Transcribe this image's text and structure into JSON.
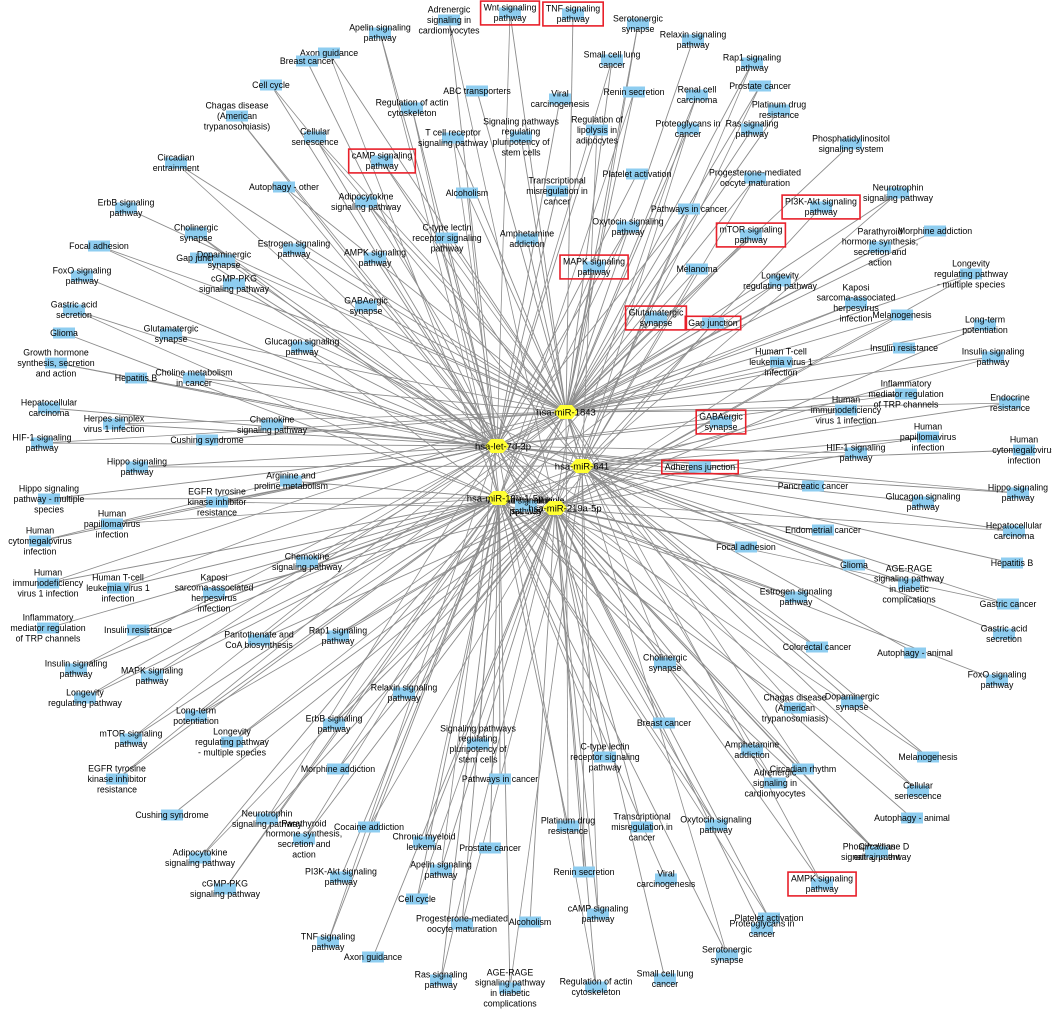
{
  "colors": {
    "edge": "#8c8c8c",
    "hub": "#ffff33",
    "pathway": "#8ecdf0",
    "highlight": "#e8202a",
    "text": "#000000"
  },
  "hubs": [
    {
      "label": "hsa-miR-1843"
    },
    {
      "label": "hsa-let-7d-3p"
    },
    {
      "label": "hsa-miR-641"
    },
    {
      "label": "hsa-miR-19b-1-5p"
    },
    {
      "label": "hsa-miR-219a-5p"
    }
  ],
  "pathways": [
    {
      "label": "Wnt signaling pathway",
      "hub": 0,
      "highlight": true
    },
    {
      "label": "TNF signaling pathway",
      "hub": 0,
      "highlight": true
    },
    {
      "label": "Adrenergic signaling in cardiomyocytes",
      "hub": 0
    },
    {
      "label": "Serotonergic synapse",
      "hub": 0
    },
    {
      "label": "Relaxin signaling pathway",
      "hub": 0
    },
    {
      "label": "Apelin signaling pathway",
      "hub": 0
    },
    {
      "label": "Axon guidance",
      "hub": 0
    },
    {
      "label": "Breast cancer",
      "hub": 0
    },
    {
      "label": "Small cell lung cancer",
      "hub": 0
    },
    {
      "label": "Rap1 signaling pathway",
      "hub": 0
    },
    {
      "label": "Viral carcinogenesis",
      "hub": 0
    },
    {
      "label": "Prostate cancer",
      "hub": 0
    },
    {
      "label": "Cell cycle",
      "hub": 0
    },
    {
      "label": "ABC transporters",
      "hub": 0
    },
    {
      "label": "Renin secretion",
      "hub": 0
    },
    {
      "label": "Renal cell carcinoma",
      "hub": 0
    },
    {
      "label": "Platinum drug resistance",
      "hub": 0
    },
    {
      "label": "Regulation of actin cytoskeleton",
      "hub": 0
    },
    {
      "label": "Chagas disease (American trypanosomiasis)",
      "hub": 0
    },
    {
      "label": "Signaling pathways regulating pluripotency of stem cells",
      "hub": 0
    },
    {
      "label": "Regulation of lipolysis in adipocytes",
      "hub": 0
    },
    {
      "label": "Proteoglycans in cancer",
      "hub": 0
    },
    {
      "label": "Ras signaling pathway",
      "hub": 0
    },
    {
      "label": "Cellular senescence",
      "hub": 0
    },
    {
      "label": "T cell receptor signaling pathway",
      "hub": 0
    },
    {
      "label": "Phosphatidylinositol signaling system",
      "hub": 0
    },
    {
      "label": "cAMP signaling pathway",
      "hub": 0,
      "highlight": true
    },
    {
      "label": "Circadian entrainment",
      "hub": 0
    },
    {
      "label": "Platelet activation",
      "hub": 0
    },
    {
      "label": "Progesterone-mediated oocyte maturation",
      "hub": 0
    },
    {
      "label": "Alcoholism",
      "hub": 0
    },
    {
      "label": "Transcriptional misregulation in cancer",
      "hub": 0
    },
    {
      "label": "Autophagy - other",
      "hub": 0
    },
    {
      "label": "Neurotrophin signaling pathway",
      "hub": 0
    },
    {
      "label": "PI3K-Akt signaling pathway",
      "hub": 0,
      "highlight": true
    },
    {
      "label": "Adipocytokine signaling pathway",
      "hub": 0
    },
    {
      "label": "Pathways in cancer",
      "hub": 0
    },
    {
      "label": "ErbB signaling pathway",
      "hub": 0
    },
    {
      "label": "Cholinergic synapse",
      "hub": 0
    },
    {
      "label": "C-type lectin receptor signaling pathway",
      "hub": 0
    },
    {
      "label": "Amphetamine addiction",
      "hub": 0
    },
    {
      "label": "Oxytocin signaling pathway",
      "hub": 0
    },
    {
      "label": "mTOR signaling pathway",
      "hub": 0,
      "highlight": true
    },
    {
      "label": "Morphine addiction",
      "hub": 0
    },
    {
      "label": "Parathyroid hormone synthesis, secretion and action",
      "hub": 0
    },
    {
      "label": "Focal adhesion",
      "hub": 0
    },
    {
      "label": "Gap junction",
      "hub": 0
    },
    {
      "label": "Dopaminergic synapse",
      "hub": 0
    },
    {
      "label": "Estrogen signaling pathway",
      "hub": 0
    },
    {
      "label": "AMPK signaling pathway",
      "hub": 0
    },
    {
      "label": "MAPK signaling pathway",
      "hub": 0,
      "highlight": true
    },
    {
      "label": "Longevity regulating pathway - multiple species",
      "hub": 0
    },
    {
      "label": "FoxO signaling pathway",
      "hub": 0
    },
    {
      "label": "Melanoma",
      "hub": 0
    },
    {
      "label": "Longevity regulating pathway",
      "hub": 0
    },
    {
      "label": "cGMP-PKG signaling pathway",
      "hub": 0
    },
    {
      "label": "Kaposi sarcoma-associated herpesvirus infection",
      "hub": 0
    },
    {
      "label": "Gastric acid secretion",
      "hub": 0
    },
    {
      "label": "GABAergic synapse",
      "hub": 0
    },
    {
      "label": "Glutamatergic synapse",
      "hub": 0
    },
    {
      "label": "Long-term potentiation",
      "hub": 0
    },
    {
      "label": "Glutamatergic synapse",
      "hub": 0,
      "highlight": true
    },
    {
      "label": "Gap junction",
      "hub": 0,
      "highlight": true
    },
    {
      "label": "Melanogenesis",
      "hub": 0
    },
    {
      "label": "Glioma",
      "hub": 0
    },
    {
      "label": "Glucagon signaling pathway",
      "hub": 0
    },
    {
      "label": "Insulin signaling pathway",
      "hub": 0
    },
    {
      "label": "Insulin resistance",
      "hub": 0
    },
    {
      "label": "Growth hormone synthesis, secretion and action",
      "hub": 0
    },
    {
      "label": "Choline metabolism in cancer",
      "hub": 0
    },
    {
      "label": "Hepatitis B",
      "hub": 0
    },
    {
      "label": "Human T-cell leukemia virus 1 infection",
      "hub": 0
    },
    {
      "label": "Inflammatory mediator regulation of TRP channels",
      "hub": 0
    },
    {
      "label": "Hepatocellular carcinoma",
      "hub": 0
    },
    {
      "label": "Endocrine resistance",
      "hub": 0
    },
    {
      "label": "Herpes simplex virus 1 infection",
      "hub": 0
    },
    {
      "label": "Chemokine signaling pathway",
      "hub": 0
    },
    {
      "label": "Human immunodeficiency virus 1 infection",
      "hub": 0
    },
    {
      "label": "GABAergic synapse",
      "hub": 0,
      "highlight": true
    },
    {
      "label": "Cushing syndrome",
      "hub": 0
    },
    {
      "label": "Human papillomavirus infection",
      "hub": 0
    },
    {
      "label": "HIF-1 signaling pathway",
      "hub": 0
    },
    {
      "label": "Human cytomegalovirus infection",
      "hub": 0
    },
    {
      "label": "HIF-1 signaling pathway",
      "hub": 0
    },
    {
      "label": "Hippo signaling pathway",
      "hub": 0
    },
    {
      "label": "Arginine and proline metabolism",
      "hub": 0
    },
    {
      "label": "Adherens junction",
      "hub": 0,
      "highlight": true
    },
    {
      "label": "Hippo signaling pathway",
      "hub": 0
    },
    {
      "label": "Pancreatic cancer",
      "hub": 0
    },
    {
      "label": "Hippo signaling pathway - multiple species",
      "hub": 0
    },
    {
      "label": "EGFR tyrosine kinase inhibitor resistance",
      "hub": 0
    },
    {
      "label": "Glucagon signaling pathway",
      "hub": 0
    },
    {
      "label": "Hepatocellular carcinoma",
      "hub": 0
    },
    {
      "label": "Human papillomavirus infection",
      "hub": 0
    },
    {
      "label": "Endometrial cancer",
      "hub": 0
    },
    {
      "label": "Human cytomegalovirus infection",
      "hub": 0
    },
    {
      "label": "Focal adhesion",
      "hub": 0
    },
    {
      "label": "Hepatitis B",
      "hub": 0
    },
    {
      "label": "Chemokine signaling pathway",
      "hub": 0
    },
    {
      "label": "Glioma",
      "hub": 0
    },
    {
      "label": "AGE-RAGE signaling pathway in diabetic complications",
      "hub": 0
    },
    {
      "label": "Human immunodeficiency virus 1 infection",
      "hub": 0
    },
    {
      "label": "Human T-cell leukemia virus 1 infection",
      "hub": 0
    },
    {
      "label": "Kaposi sarcoma-associated herpesvirus infection",
      "hub": 0
    },
    {
      "label": "Estrogen signaling pathway",
      "hub": 0
    },
    {
      "label": "Gastric cancer",
      "hub": 0
    },
    {
      "label": "Inflammatory mediator regulation of TRP channels",
      "hub": 0
    },
    {
      "label": "Insulin resistance",
      "hub": 0
    },
    {
      "label": "Pantothenate and CoA biosynthesis",
      "hub": 0
    },
    {
      "label": "Gastric acid secretion",
      "hub": 0
    },
    {
      "label": "Rap1 signaling pathway",
      "hub": 0
    },
    {
      "label": "Colorectal cancer",
      "hub": 0
    },
    {
      "label": "Autophagy - animal",
      "hub": 0
    },
    {
      "label": "Insulin signaling pathway",
      "hub": 0
    },
    {
      "label": "MAPK signaling pathway",
      "hub": 0
    },
    {
      "label": "FoxO signaling pathway",
      "hub": 0
    },
    {
      "label": "Cholinergic synapse",
      "hub": 0
    },
    {
      "label": "Longevity regulating pathway",
      "hub": 0
    },
    {
      "label": "Relaxin signaling pathway",
      "hub": 0
    },
    {
      "label": "Chagas disease (American trypanosomiasis)",
      "hub": 0
    },
    {
      "label": "Long-term potentiation",
      "hub": 0
    },
    {
      "label": "Dopaminergic synapse",
      "hub": 0
    },
    {
      "label": "mTOR signaling pathway",
      "hub": 0
    },
    {
      "label": "ErbB signaling pathway",
      "hub": 0
    },
    {
      "label": "Breast cancer",
      "hub": 0
    },
    {
      "label": "Melanogenesis",
      "hub": 0
    },
    {
      "label": "Longevity regulating pathway - multiple species",
      "hub": 0
    },
    {
      "label": "Signaling pathways regulating pluripotency of stem cells",
      "hub": 0
    },
    {
      "label": "Circadian rhythm",
      "hub": 0
    },
    {
      "label": "EGFR tyrosine kinase inhibitor resistance",
      "hub": 0
    },
    {
      "label": "Amphetamine addiction",
      "hub": 0
    },
    {
      "label": "C-type lectin receptor signaling pathway",
      "hub": 0
    },
    {
      "label": "Morphine addiction",
      "hub": 0
    },
    {
      "label": "Pathways in cancer",
      "hub": 0
    },
    {
      "label": "Adrenergic signaling in cardiomyocytes",
      "hub": 0
    },
    {
      "label": "Cellular senescence",
      "hub": 0
    },
    {
      "label": "Cushing syndrome",
      "hub": 0
    },
    {
      "label": "Neurotrophin signaling pathway",
      "hub": 0
    },
    {
      "label": "Oxytocin signaling pathway",
      "hub": 0
    },
    {
      "label": "Autophagy - animal",
      "hub": 0
    },
    {
      "label": "Cocaine addiction",
      "hub": 0
    },
    {
      "label": "Platinum drug resistance",
      "hub": 0
    },
    {
      "label": "Transcriptional misregulation in cancer",
      "hub": 0
    },
    {
      "label": "Adipocytokine signaling pathway",
      "hub": 0
    },
    {
      "label": "Parathyroid hormone synthesis, secretion and action",
      "hub": 0
    },
    {
      "label": "Phospholipase D signaling pathway",
      "hub": 0
    },
    {
      "label": "Circadian entrainment",
      "hub": 0
    },
    {
      "label": "Chronic myeloid leukemia",
      "hub": 0
    },
    {
      "label": "Prostate cancer",
      "hub": 0
    },
    {
      "label": "Apelin signaling pathway",
      "hub": 0
    },
    {
      "label": "Renin secretion",
      "hub": 0
    },
    {
      "label": "Viral carcinogenesis",
      "hub": 0
    },
    {
      "label": "AMPK signaling pathway",
      "hub": 0,
      "highlight": true
    },
    {
      "label": "cGMP-PKG signaling pathway",
      "hub": 0
    },
    {
      "label": "PI3K-Akt signaling pathway",
      "hub": 0
    },
    {
      "label": "Platelet activation",
      "hub": 0
    },
    {
      "label": "Cell cycle",
      "hub": 0
    },
    {
      "label": "Proteoglycans in cancer",
      "hub": 0
    },
    {
      "label": "cAMP signaling pathway",
      "hub": 0
    },
    {
      "label": "Progesterone-mediated oocyte maturation",
      "hub": 0
    },
    {
      "label": "Alcoholism",
      "hub": 0
    },
    {
      "label": "Serotonergic synapse",
      "hub": 0
    },
    {
      "label": "TNF signaling pathway",
      "hub": 0
    },
    {
      "label": "Axon guidance",
      "hub": 0
    },
    {
      "label": "Ras signaling pathway",
      "hub": 0
    },
    {
      "label": "Regulation of actin cytoskeleton",
      "hub": 0
    },
    {
      "label": "Small cell lung cancer",
      "hub": 0
    },
    {
      "label": "AGE-RAGE signaling pathway in diabetic complications",
      "hub": 0
    },
    {
      "label": "Apoptosis - multiple species",
      "hub": 0
    },
    {
      "label": "Wnt signaling pathway",
      "hub": 0
    }
  ]
}
